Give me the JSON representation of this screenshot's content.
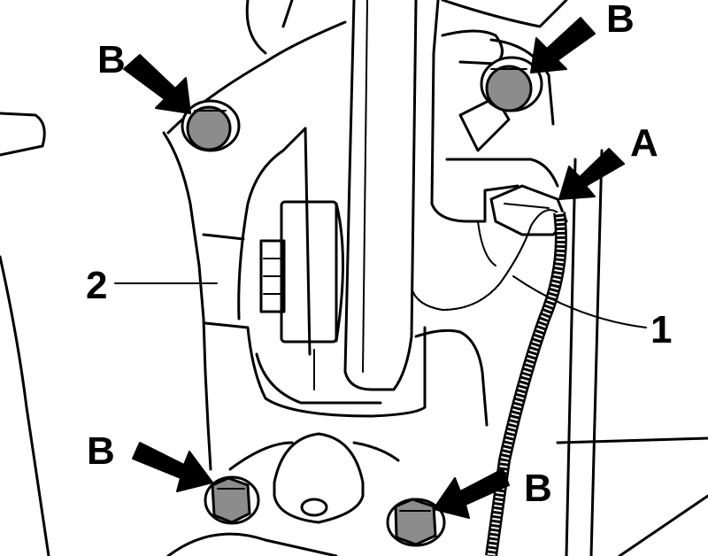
{
  "colors": {
    "background": "#ffffff",
    "ink": "#000000",
    "bolt_fill": "#8c8c8c"
  },
  "callouts": {
    "bolt": "B",
    "clip": "A",
    "harness": "1",
    "bracket": "2"
  }
}
